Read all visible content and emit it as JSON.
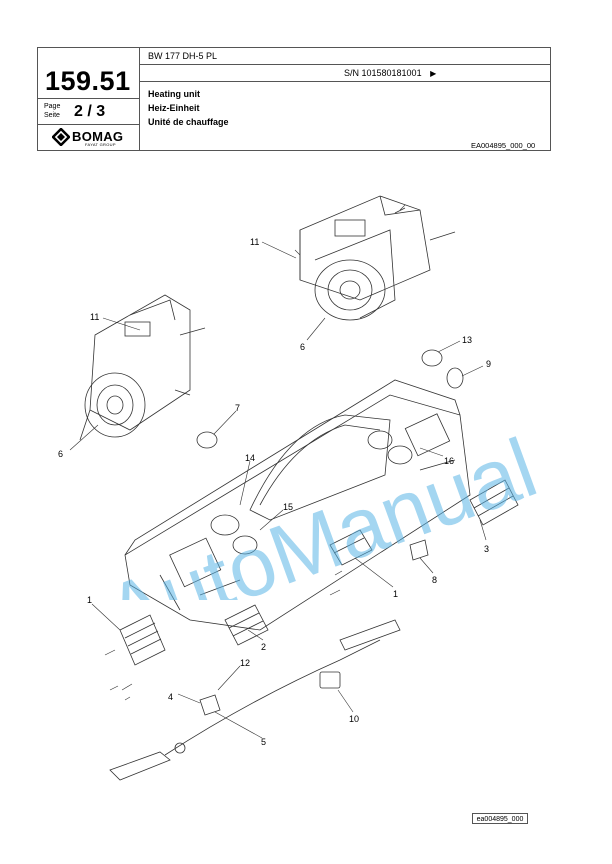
{
  "header": {
    "page_number": "159.51",
    "page_label": "Page\nSeite",
    "page_value": "2 / 3",
    "model": "BW 177 DH-5 PL",
    "serial": "S/N 101580181001",
    "serial_arrow": "▶",
    "title_en": "Heating unit",
    "title_de": "Heiz-Einheit",
    "title_fr": "Unité de chauffage",
    "drawing_code": "EA004895_000_00"
  },
  "logo": {
    "word": "BOMAG",
    "sub": "FAYAT GROUP"
  },
  "callouts": [
    "11",
    "6",
    "11",
    "6",
    "13",
    "9",
    "7",
    "14",
    "16",
    "15",
    "3",
    "8",
    "1",
    "1",
    "2",
    "12",
    "4",
    "10",
    "5"
  ],
  "watermark": "AutoManual",
  "footer": {
    "ref": "ea004895_000"
  },
  "colors": {
    "watermark": "#5ab4e6",
    "line": "#333333"
  }
}
